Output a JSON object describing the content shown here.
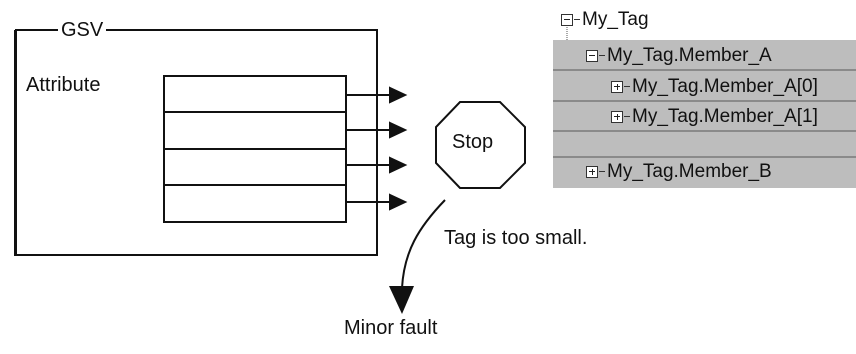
{
  "gsv": {
    "title": "GSV",
    "attribute_label": "Attribute"
  },
  "stop": {
    "label": "Stop"
  },
  "message": "Tag is too small.",
  "fault": "Minor fault",
  "tree": {
    "root": "My_Tag",
    "member_a": "My_Tag.Member_A",
    "member_a0": "My_Tag.Member_A[0]",
    "member_a1": "My_Tag.Member_A[1]",
    "member_b": "My_Tag.Member_B"
  },
  "colors": {
    "tree_background": "#bdbdbd",
    "stroke": "#111111"
  }
}
